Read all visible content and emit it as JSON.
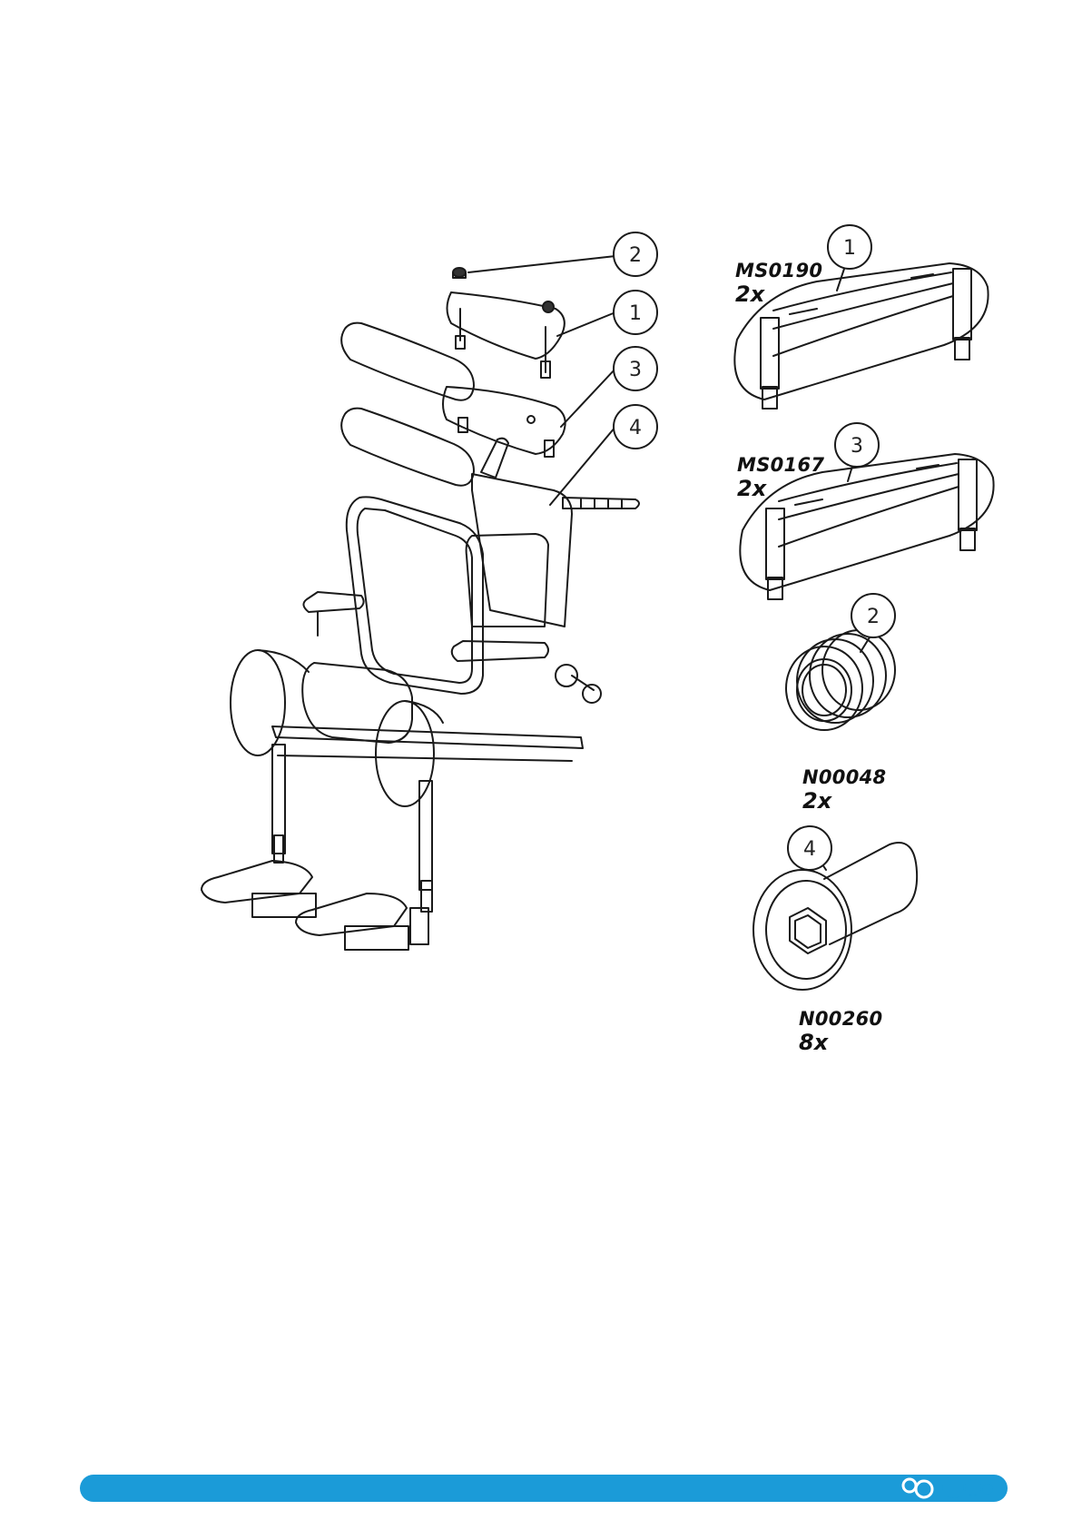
{
  "assembly": {
    "callouts": [
      {
        "number": "2"
      },
      {
        "number": "1"
      },
      {
        "number": "3"
      },
      {
        "number": "4"
      }
    ]
  },
  "parts": [
    {
      "number": "1",
      "code": "MS0190",
      "quantity": "2x",
      "icon": "headrest-pad-icon"
    },
    {
      "number": "3",
      "code": "MS0167",
      "quantity": "2x",
      "icon": "headrest-pad-icon"
    },
    {
      "number": "2",
      "code": "N00048",
      "quantity": "2x",
      "icon": "cap-plug-icon"
    },
    {
      "number": "4",
      "code": "N00260",
      "quantity": "8x",
      "icon": "hex-bolt-icon"
    }
  ],
  "footer": {
    "bar_color": "#1b9bd8",
    "logo_icon": "brand-dots-icon"
  }
}
